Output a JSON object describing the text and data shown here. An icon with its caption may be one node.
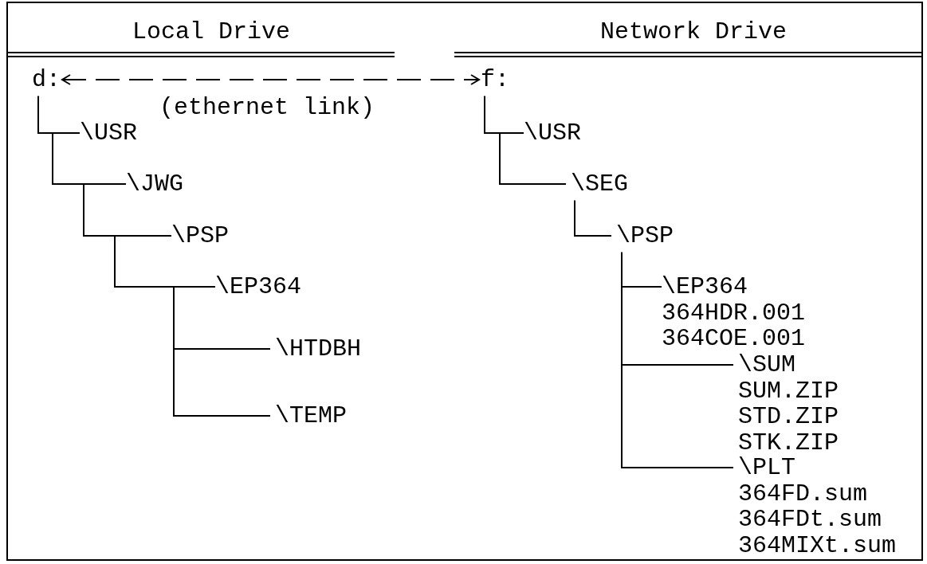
{
  "diagram": {
    "nodes": [
      {
        "text": [
          "d:"
        ]
      },
      {
        "text": [
          "\\USR"
        ]
      },
      {
        "text": [
          "\\JWG"
        ]
      },
      {
        "text": [
          "\\PSP"
        ]
      },
      {
        "text": [
          "\\EP364"
        ]
      },
      {
        "text": [
          "\\HTDBH"
        ]
      },
      {
        "text": [
          "\\TEMP"
        ]
      },
      {
        "text": [
          "f:"
        ]
      },
      {
        "text": [
          "\\USR"
        ]
      },
      {
        "text": [
          "\\SEG"
        ]
      },
      {
        "text": [
          "\\PSP"
        ]
      },
      {
        "text": [
          "\\EP364",
          "364HDR.001",
          "364COE.001"
        ]
      },
      {
        "text": [
          "\\SUM",
          "SUM.ZIP",
          "STD.ZIP",
          "STK.ZIP"
        ]
      },
      {
        "text": [
          "\\PLT",
          "364FD.sum",
          "364FDt.sum",
          "364MIXt.sum"
        ]
      }
    ],
    "edges": [
      {
        "from": 0,
        "to": 7,
        "arrow": "both",
        "style": "dashed",
        "label": "(ethernet link)"
      },
      {
        "from": 0,
        "to": 1,
        "arrow": "none"
      },
      {
        "from": 1,
        "to": 2,
        "arrow": "none"
      },
      {
        "from": 2,
        "to": 3,
        "arrow": "none"
      },
      {
        "from": 3,
        "to": 4,
        "arrow": "none"
      },
      {
        "from": 4,
        "to": 5,
        "arrow": "none"
      },
      {
        "from": 4,
        "to": 6,
        "arrow": "none"
      },
      {
        "from": 7,
        "to": 8,
        "arrow": "none"
      },
      {
        "from": 8,
        "to": 9,
        "arrow": "none"
      },
      {
        "from": 9,
        "to": 10,
        "arrow": "none"
      },
      {
        "from": 10,
        "to": 11,
        "arrow": "none"
      },
      {
        "from": 11,
        "to": 12,
        "arrow": "none"
      },
      {
        "from": 11,
        "to": 13,
        "arrow": "none"
      }
    ],
    "labels": [
      "Local Drive",
      "Network Drive"
    ]
  }
}
